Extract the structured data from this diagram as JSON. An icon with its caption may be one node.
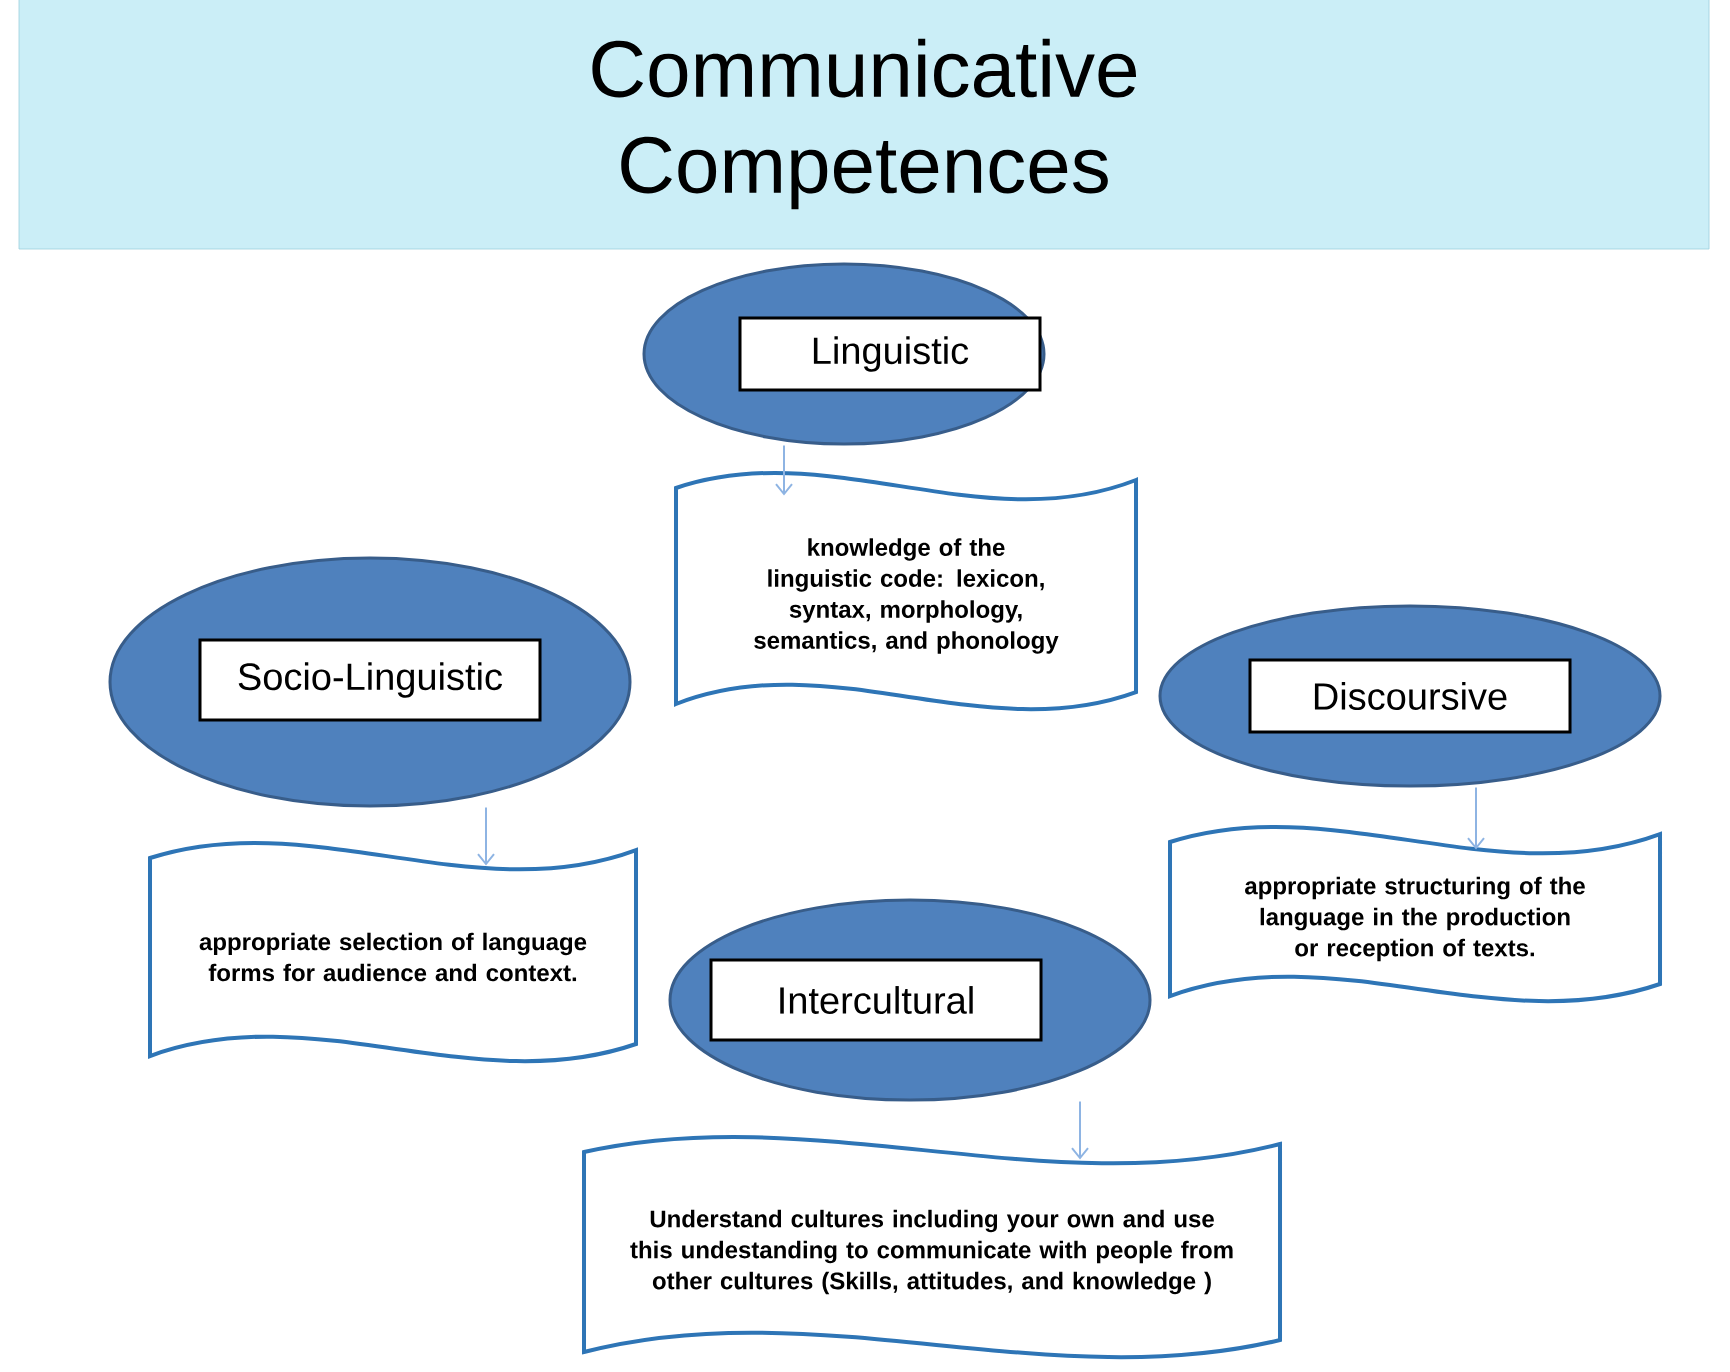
{
  "diagram": {
    "title": "Communicative Competences",
    "nodes": [
      {
        "text": [],
        "shape": "ellipse"
      },
      {
        "text": [
          "Linguistic"
        ],
        "in": 0
      },
      {
        "text": [
          "knowledge of the linguistic code: lexicon, syntax, morphology, semantics, and phonology"
        ]
      },
      {
        "text": [],
        "shape": "ellipse"
      },
      {
        "text": [
          "Socio-Linguistic"
        ],
        "in": 3
      },
      {
        "text": [
          "appropriate selection of language forms for audience and context."
        ]
      },
      {
        "text": [],
        "shape": "ellipse"
      },
      {
        "text": [
          "Discoursive"
        ],
        "in": 6
      },
      {
        "text": [
          "appropriate structuring of the language in the production or reception of texts."
        ]
      },
      {
        "text": [],
        "shape": "ellipse"
      },
      {
        "text": [
          "Intercultural"
        ],
        "in": 9
      },
      {
        "text": [
          "Understand cultures including your own and use this undestanding to communicate with people from other cultures (Skills, attitudes, and knowledge )"
        ]
      }
    ],
    "edges": [
      {
        "from": 0,
        "to": 2,
        "arrow": "to"
      },
      {
        "from": 3,
        "to": 5,
        "arrow": "to"
      },
      {
        "from": 6,
        "to": 8,
        "arrow": "to"
      },
      {
        "from": 9,
        "to": 11,
        "arrow": "to"
      }
    ]
  }
}
